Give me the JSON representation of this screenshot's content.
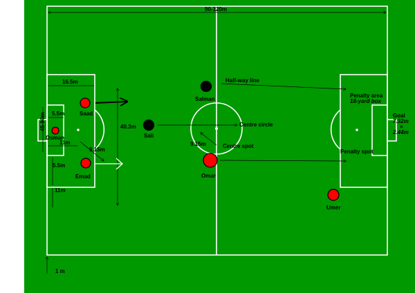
{
  "colors": {
    "pitch": "#009900",
    "lines": "#ffffff",
    "ink": "#000000",
    "player_red": "#ff0000",
    "player_black": "#000000"
  },
  "dimensions": {
    "length": "90-120m",
    "width": "45-90m",
    "penalty_area_depth": "16.5m",
    "goal_area_depth": "5.5m",
    "goal_area_side": "5.5m",
    "penalty_spot_distance": "11m",
    "penalty_spot_distance_2": "11m",
    "arc_radius": "9.15m",
    "penalty_area_width": "40.3m",
    "circle_radius": "9.15m",
    "margin": "1 m"
  },
  "labels": {
    "halfway_line": "Half-way line",
    "centre_circle": "Centre circle",
    "centre_spot": "Centre spot",
    "penalty_area": "Penalty area",
    "penalty_area_sub": "18-yard box",
    "penalty_spot": "Penalty spot",
    "goal": "Goal",
    "goal_width": "7.32m",
    "goal_times": "×",
    "goal_height": "2.44m"
  },
  "players": [
    {
      "name": "Saad",
      "color": "red"
    },
    {
      "name": "Osman",
      "color": "red"
    },
    {
      "name": "Emad",
      "color": "red"
    },
    {
      "name": "Salman",
      "color": "black"
    },
    {
      "name": "Sali",
      "color": "black"
    },
    {
      "name": "Omar",
      "color": "red"
    },
    {
      "name": "Umer",
      "color": "red"
    }
  ]
}
